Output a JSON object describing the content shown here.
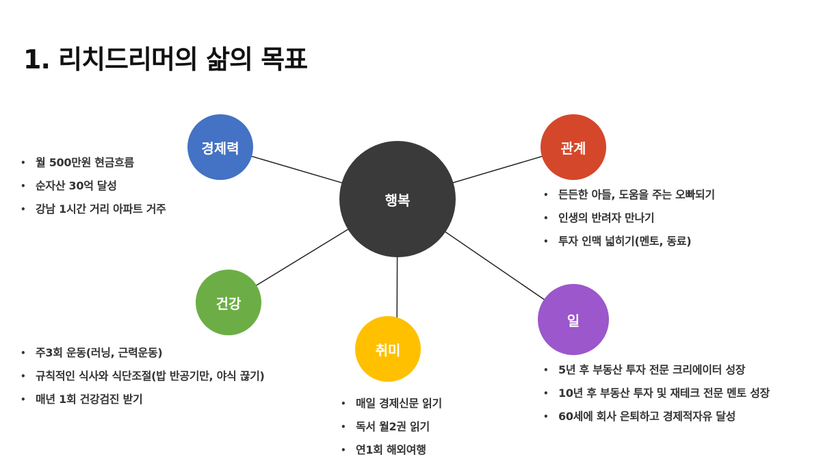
{
  "title": "1. 리치드리머의 삶의 목표",
  "center": {
    "label": "행복",
    "color": "#3a3a3a"
  },
  "nodes": {
    "wealth": {
      "label": "경제력",
      "color": "#4472C4",
      "items": [
        "월 500만원 현금흐름",
        "순자산 30억 달성",
        "강남 1시간 거리 아파트 거주"
      ]
    },
    "relation": {
      "label": "관계",
      "color": "#D5472A",
      "items": [
        "든든한 아들, 도움을 주는 오빠되기",
        "인생의 반려자 만나기",
        "투자 인맥 넓히기(멘토, 동료)"
      ]
    },
    "health": {
      "label": "건강",
      "color": "#6CAE45",
      "items": [
        "주3회 운동(러닝, 근력운동)",
        "규칙적인 식사와 식단조절(밥 반공기만, 야식 끊기)",
        "매년 1회 건강검진 받기"
      ]
    },
    "hobby": {
      "label": "취미",
      "color": "#FFC000",
      "items": [
        "매일 경제신문 읽기",
        "독서 월2권 읽기",
        "연1회 해외여행"
      ]
    },
    "work": {
      "label": "일",
      "color": "#9B57CB",
      "items": [
        "5년 후 부동산 투자 전문 크리에이터 성장",
        "10년 후 부동산 투자 및 재테크 전문 멘토 성장",
        "60세에 회사 은퇴하고 경제적자유 달성"
      ]
    }
  },
  "bullet": "•"
}
